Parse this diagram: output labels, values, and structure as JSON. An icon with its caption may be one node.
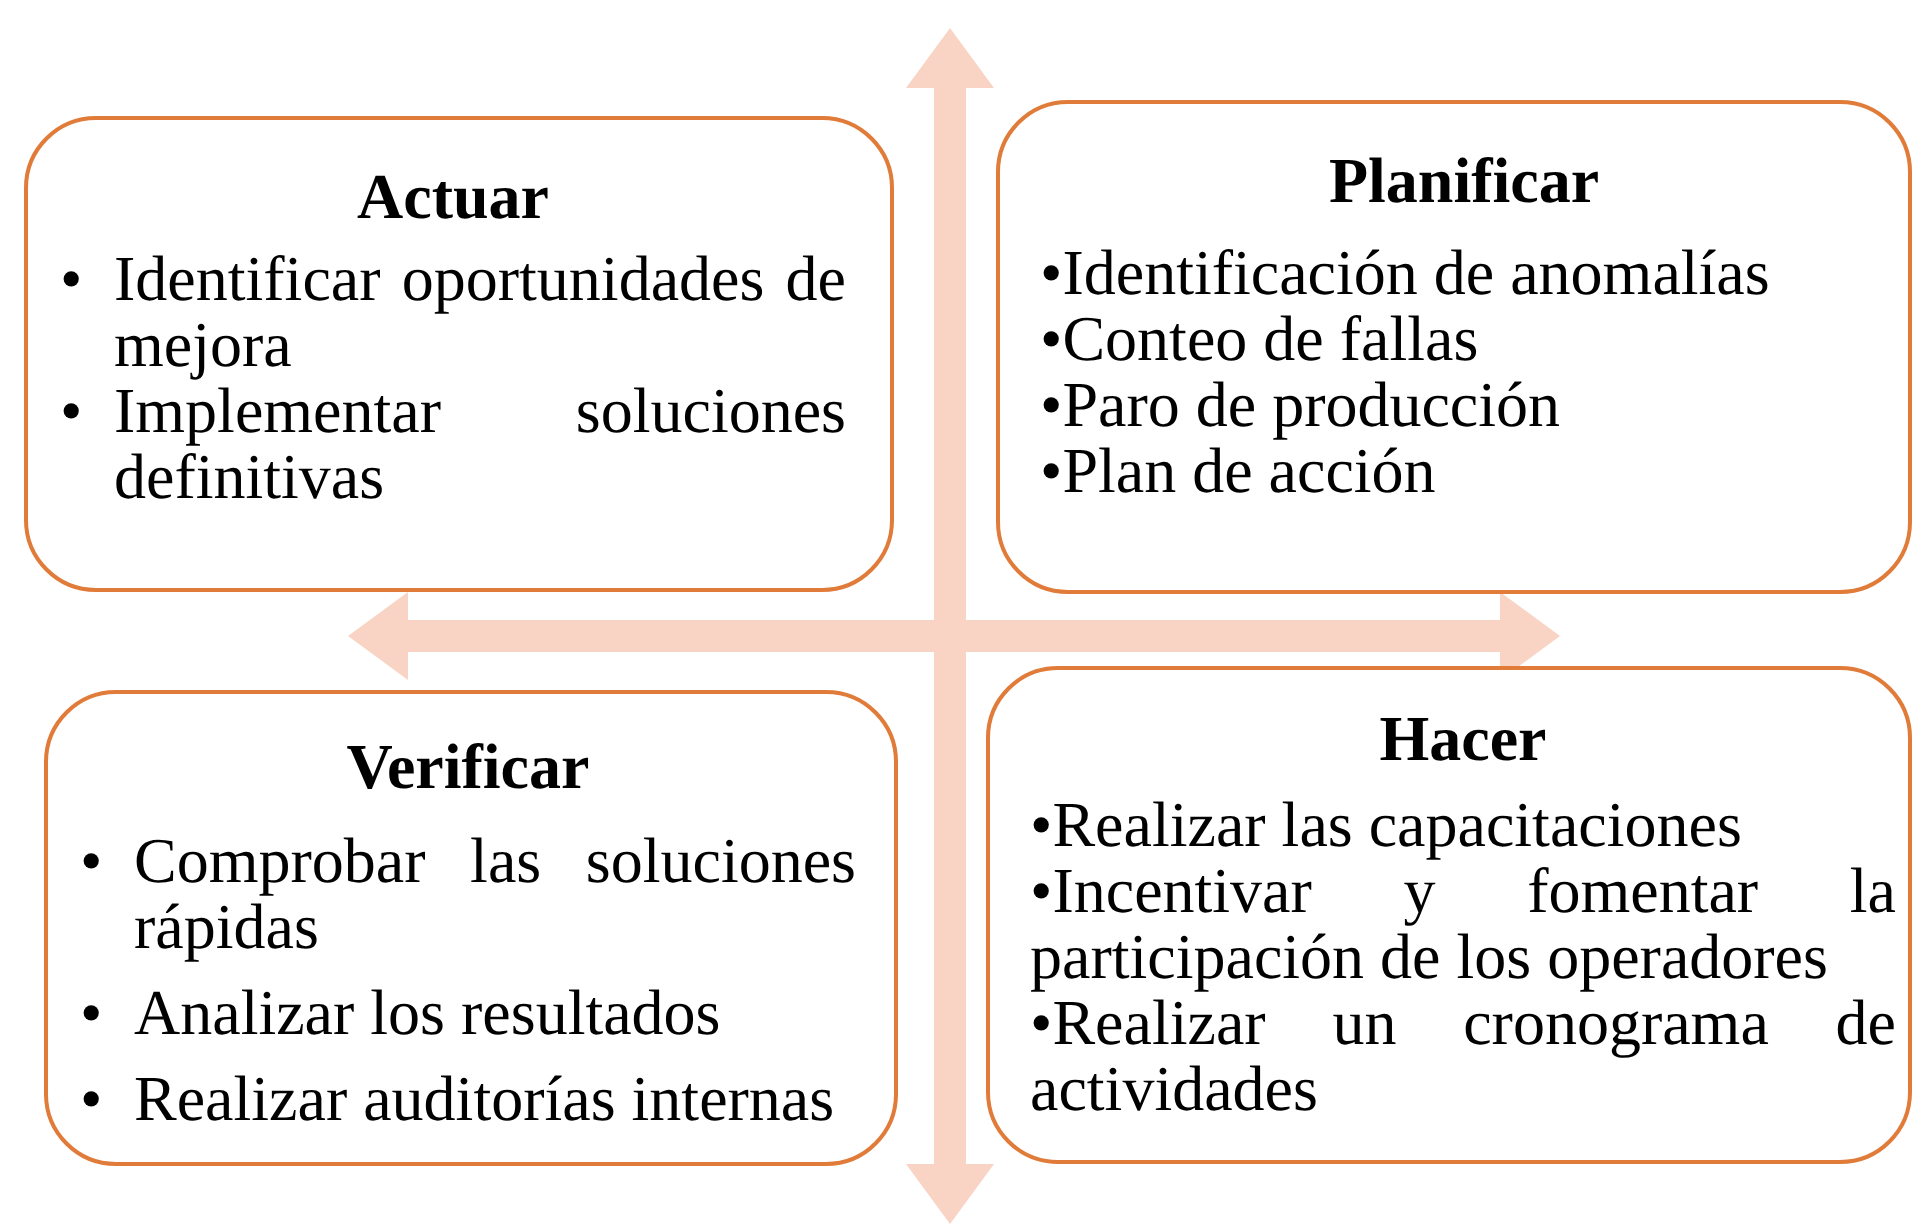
{
  "diagram": {
    "nodes": [
      {
        "text": [
          "Actuar",
          "• Identificar oportunidades de mejora",
          "• Implementar soluciones definitivas"
        ]
      },
      {
        "text": [
          "Planificar",
          "•Identificación de anomalías",
          "•Conteo de fallas",
          "•Paro de producción",
          "•Plan de acción"
        ]
      },
      {
        "text": [
          "Verificar",
          "• Comprobar las soluciones rápidas",
          "• Analizar los resultados",
          "• Realizar auditorías internas"
        ]
      },
      {
        "text": [
          "Hacer",
          "•Realizar las capacitaciones",
          "•Incentivar y fomentar la participación de los operadores",
          "•Realizar un cronograma de actividades"
        ]
      }
    ],
    "edges": []
  }
}
